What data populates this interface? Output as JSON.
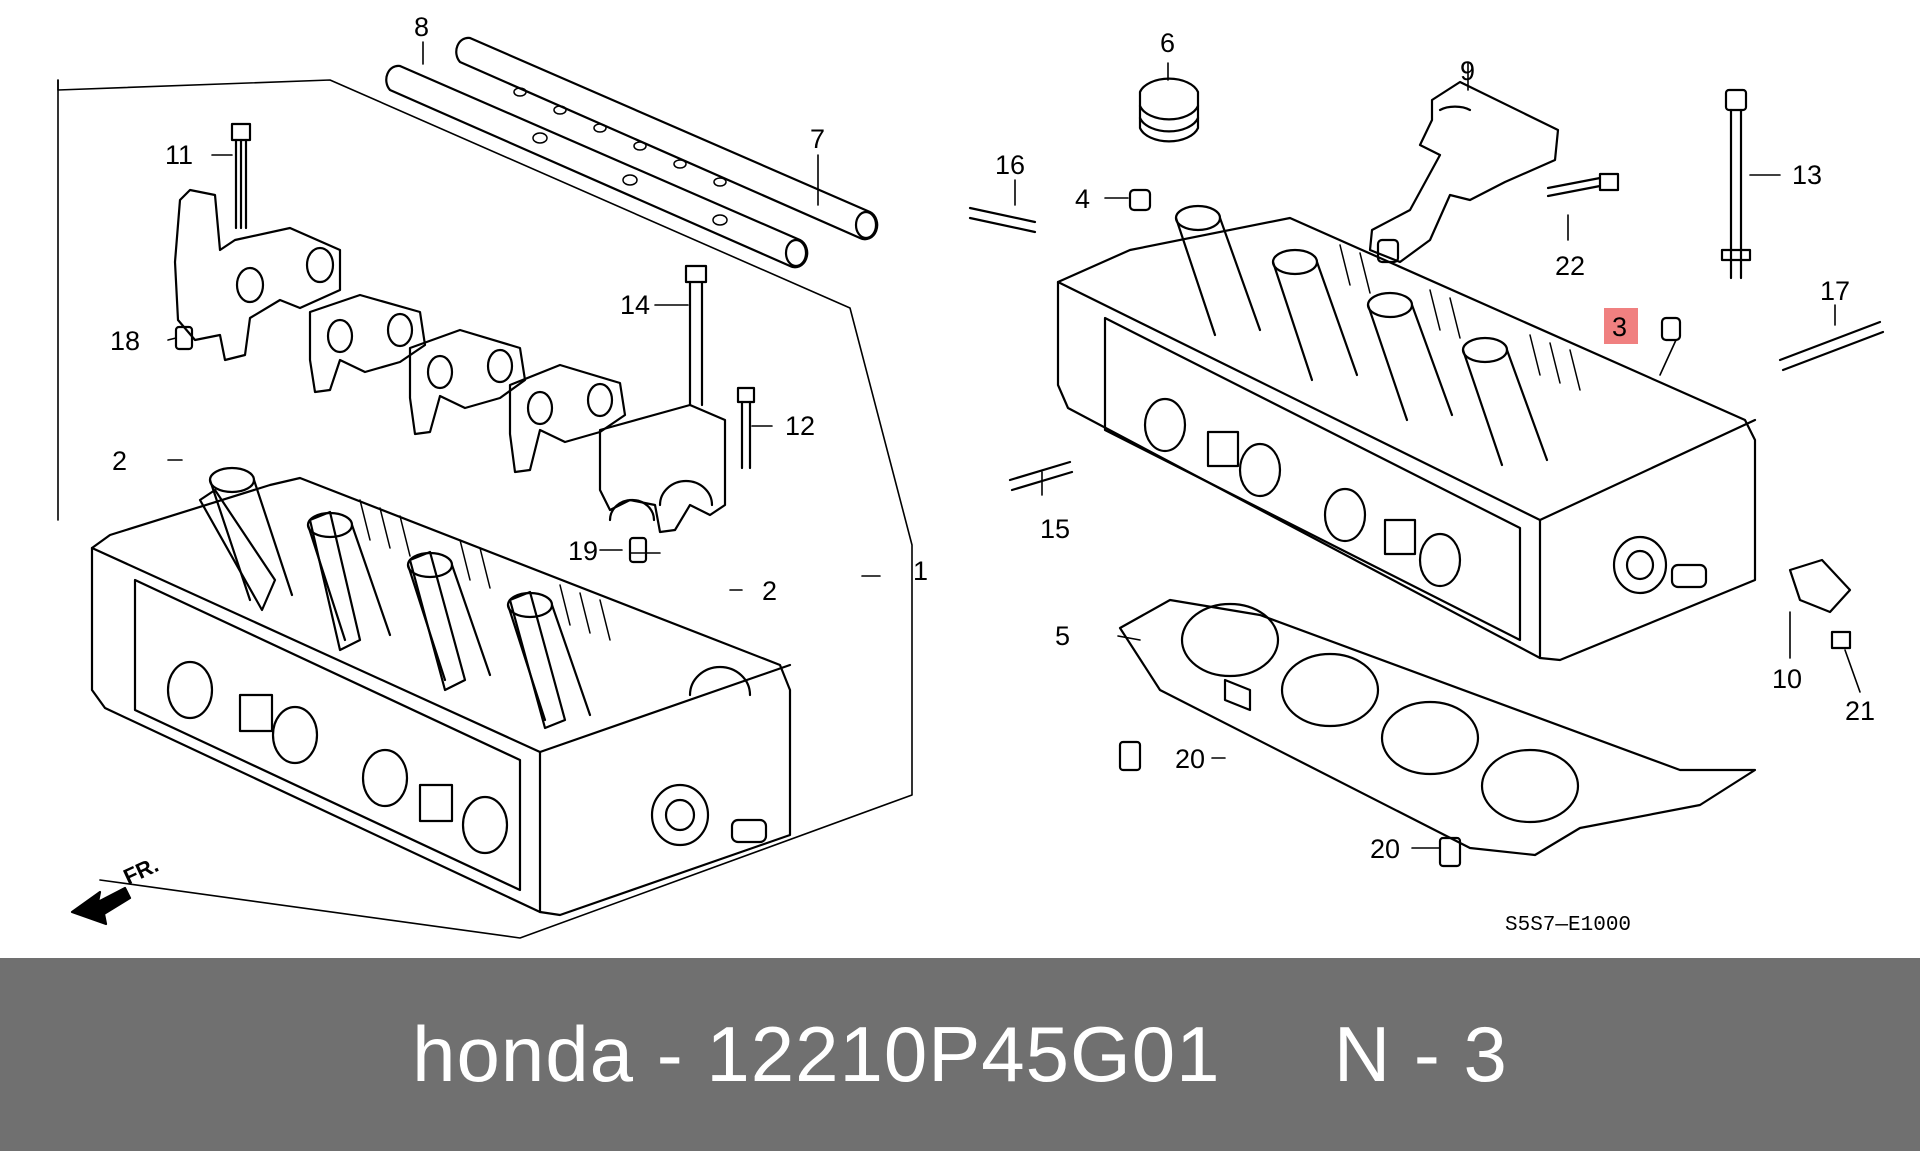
{
  "diagram": {
    "drawing_code": "S5S7—E1000",
    "front_marker": "FR.",
    "highlight_color": "#f08080",
    "callouts": [
      {
        "id": "c1",
        "label": "1"
      },
      {
        "id": "c2a",
        "label": "2"
      },
      {
        "id": "c2b",
        "label": "2"
      },
      {
        "id": "c3",
        "label": "3",
        "highlighted": true
      },
      {
        "id": "c4",
        "label": "4"
      },
      {
        "id": "c5",
        "label": "5"
      },
      {
        "id": "c6",
        "label": "6"
      },
      {
        "id": "c7",
        "label": "7"
      },
      {
        "id": "c8",
        "label": "8"
      },
      {
        "id": "c9",
        "label": "9"
      },
      {
        "id": "c10",
        "label": "10"
      },
      {
        "id": "c11",
        "label": "11"
      },
      {
        "id": "c12",
        "label": "12"
      },
      {
        "id": "c13",
        "label": "13"
      },
      {
        "id": "c14",
        "label": "14"
      },
      {
        "id": "c15",
        "label": "15"
      },
      {
        "id": "c16",
        "label": "16"
      },
      {
        "id": "c17",
        "label": "17"
      },
      {
        "id": "c18",
        "label": "18"
      },
      {
        "id": "c19",
        "label": "19"
      },
      {
        "id": "c20a",
        "label": "20"
      },
      {
        "id": "c20b",
        "label": "20"
      },
      {
        "id": "c21",
        "label": "21"
      },
      {
        "id": "c22",
        "label": "22"
      }
    ]
  },
  "caption": {
    "text": "honda - 12210P45G01     N - 3"
  }
}
